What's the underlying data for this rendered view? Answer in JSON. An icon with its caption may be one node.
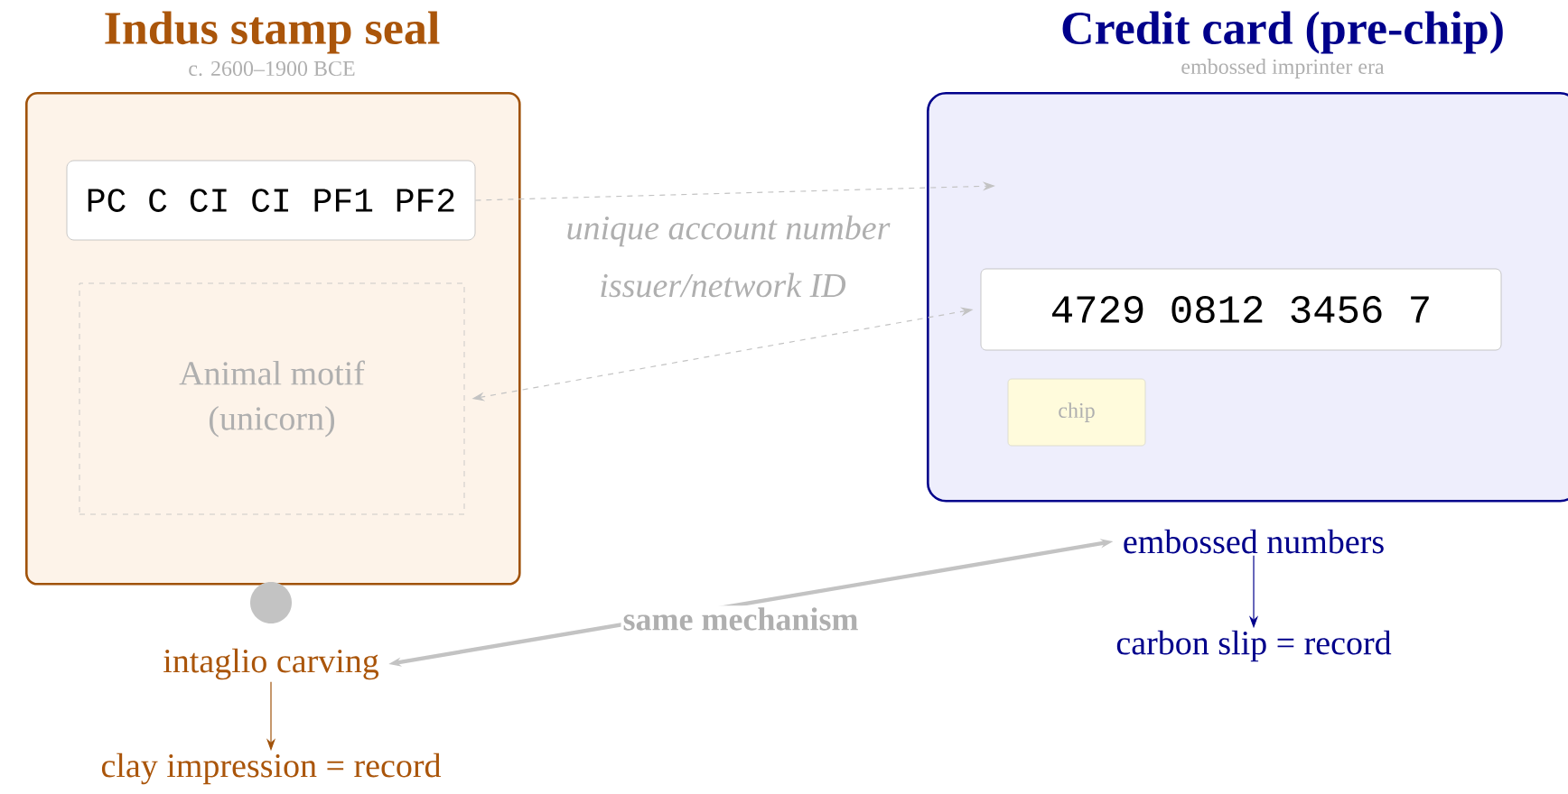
{
  "diagram": {
    "nodes": [
      {
        "text": [
          "Indus stamp seal",
          "c. 2600–1900 BCE"
        ]
      },
      {
        "text": [
          "PC C CI CI PF1 PF2"
        ],
        "in": 0
      },
      {
        "text": [
          "Animal motif (unicorn)"
        ],
        "in": 0
      },
      {
        "text": [
          "Credit card (pre-chip)",
          "embossed imprinter era"
        ]
      },
      {
        "text": [
          "4729 0812 3456 7"
        ],
        "in": 3
      },
      {
        "text": [
          "chip"
        ],
        "in": 3
      },
      {
        "text": [
          "intaglio carving"
        ]
      },
      {
        "text": [
          "clay impression = record"
        ]
      },
      {
        "text": [
          "embossed numbers"
        ]
      },
      {
        "text": [
          "carbon slip = record"
        ]
      }
    ],
    "edges": [
      {
        "from": 1,
        "to": null,
        "arrow": "to",
        "label": "unique account number",
        "style": "dashed"
      },
      {
        "from": 4,
        "to": 2,
        "arrow": "both",
        "label": "issuer/network ID",
        "style": "dashed"
      },
      {
        "from": 6,
        "to": 8,
        "arrow": "both",
        "label": "same mechanism",
        "style": "thick"
      },
      {
        "from": 6,
        "to": 7,
        "arrow": "to",
        "color": "#a0520a"
      },
      {
        "from": 8,
        "to": 9,
        "arrow": "to",
        "color": "#00008b"
      }
    ]
  }
}
